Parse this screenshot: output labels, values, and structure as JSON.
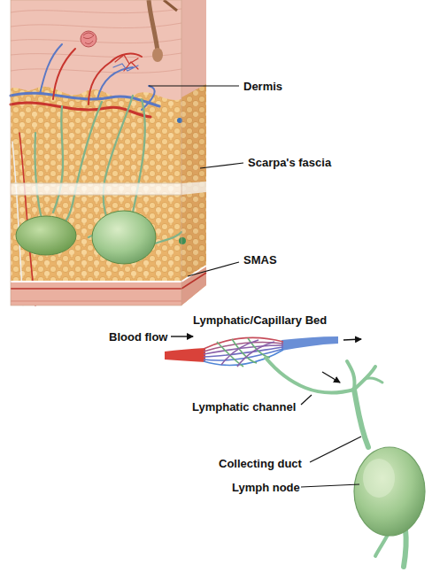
{
  "diagram": {
    "labels": [
      "Dermis",
      "Scarpa's fascia",
      "SMAS",
      "Lymphatic/Capillary Bed",
      "Blood flow",
      "Lymphatic channel",
      "Collecting duct",
      "Lymph node"
    ]
  }
}
